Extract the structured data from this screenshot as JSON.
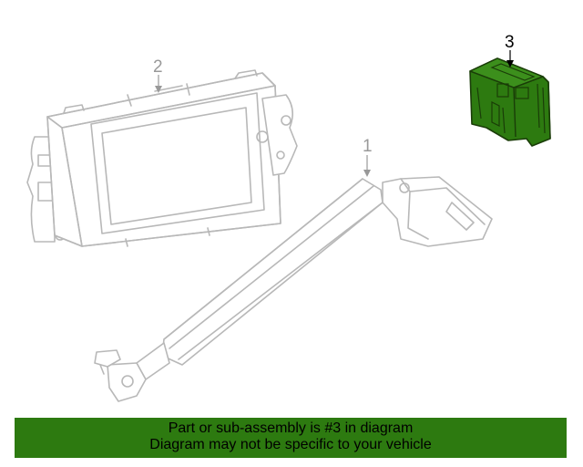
{
  "callouts": {
    "part1": "1",
    "part2": "2",
    "part3": "3"
  },
  "banner": {
    "line1": "Part or sub-assembly is #3 in diagram",
    "line2": "Diagram may not be specific to your vehicle"
  },
  "colors": {
    "highlight_part": "#2d7a10",
    "highlight_outline": "#1a3d08",
    "faded_part": "#b8b8b8",
    "banner_background": "#2d7a10",
    "callout_active": "#000000",
    "callout_inactive": "#999999"
  }
}
